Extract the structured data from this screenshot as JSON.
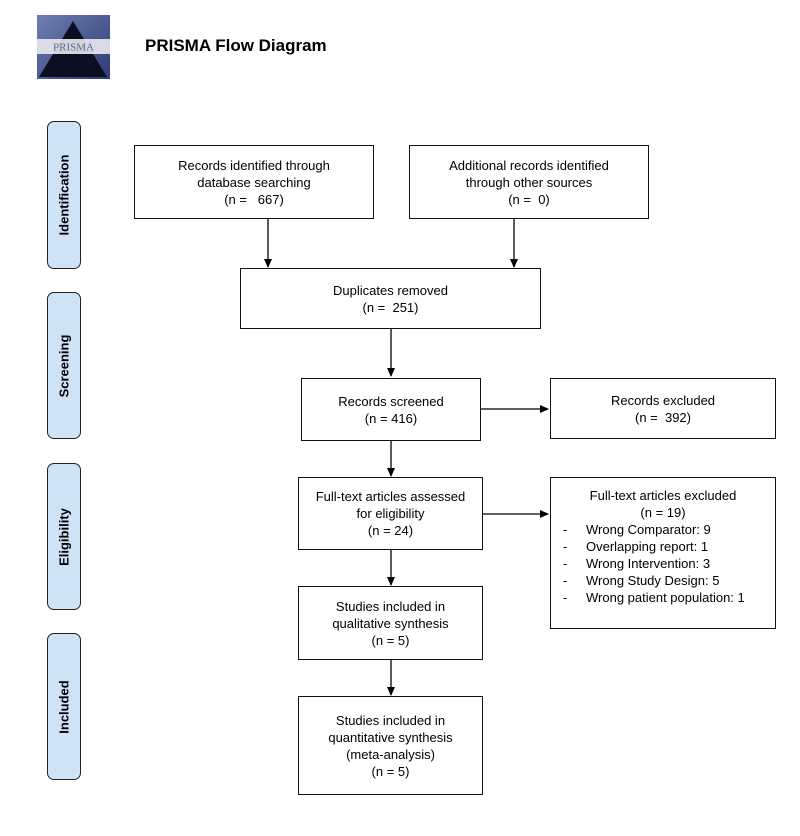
{
  "header": {
    "title": "PRISMA Flow Diagram",
    "logo_text": "PRISMA"
  },
  "stages": {
    "identification": "Identification",
    "screening": "Screening",
    "eligibility": "Eligibility",
    "included": "Included"
  },
  "boxes": {
    "db_search": [
      "Records identified through",
      "database searching",
      "(n =   667)"
    ],
    "other_sources": [
      "Additional records identified",
      "through other sources",
      "(n =  0)"
    ],
    "duplicates": [
      "Duplicates removed",
      "(n =  251)"
    ],
    "screened": [
      "Records screened",
      "(n = 416)"
    ],
    "excluded": [
      "Records excluded",
      "(n =  392)"
    ],
    "fulltext": [
      "Full-text articles assessed",
      "for eligibility",
      "(n = 24)"
    ],
    "qualitative": [
      "Studies included in",
      "qualitative synthesis",
      "(n = 5)"
    ],
    "quantitative": [
      "Studies included in",
      "quantitative synthesis",
      "(meta-analysis)",
      "(n = 5)"
    ]
  },
  "fulltext_excluded": {
    "title": "Full-text articles excluded",
    "count": "(n = 19)",
    "reasons": [
      "Wrong Comparator: 9",
      "Overlapping report: 1",
      "Wrong Intervention: 3",
      "Wrong Study Design: 5",
      "Wrong patient population: 1"
    ]
  }
}
